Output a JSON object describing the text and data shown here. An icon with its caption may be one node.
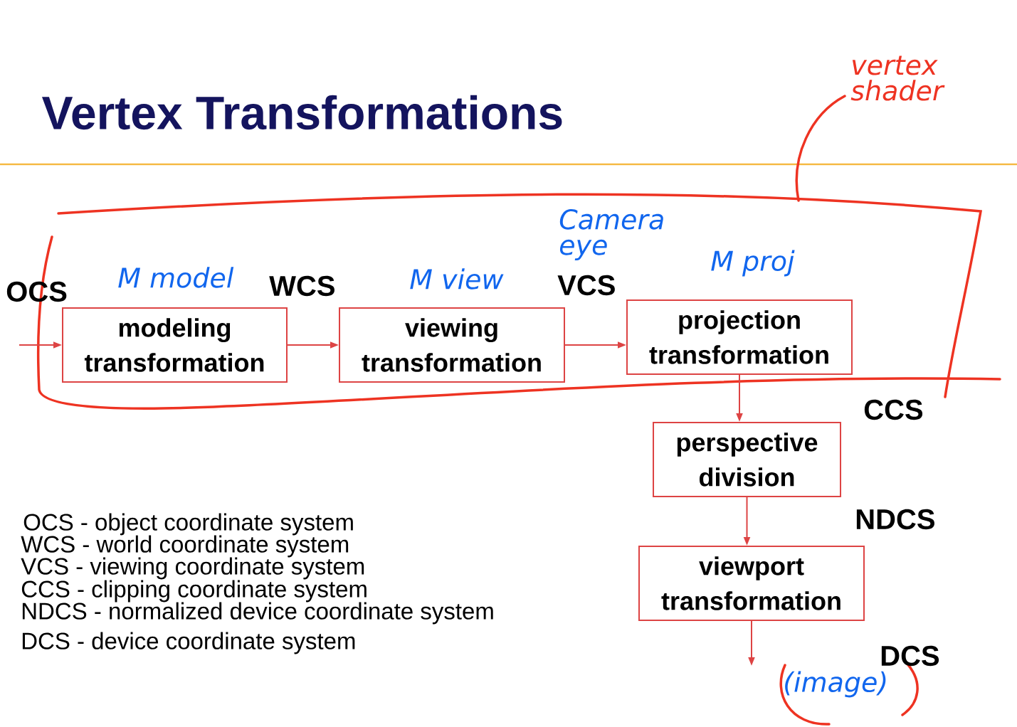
{
  "diagram": {
    "title": "Vertex Transformations",
    "nodes": [
      {
        "text": [
          "modeling transformation"
        ]
      },
      {
        "text": [
          "viewing transformation"
        ]
      },
      {
        "text": [
          "projection transformation"
        ]
      },
      {
        "text": [
          "perspective division"
        ]
      },
      {
        "text": [
          "viewport transformation"
        ]
      }
    ],
    "edges": [
      {
        "from": null,
        "to": 0,
        "arrow": "to"
      },
      {
        "from": 0,
        "to": 1,
        "arrow": "to"
      },
      {
        "from": 1,
        "to": 2,
        "arrow": "to"
      },
      {
        "from": 2,
        "to": 3,
        "arrow": "to"
      },
      {
        "from": 3,
        "to": 4,
        "arrow": "to"
      },
      {
        "from": 4,
        "to": null,
        "arrow": "to"
      }
    ],
    "labels": [
      "vertex shader",
      "Camera eye",
      "M model",
      "M view",
      "M proj",
      "OCS",
      "WCS",
      "VCS",
      "CCS",
      "OCS - object coordinate system",
      "NDCS",
      "WCS - world coordinate system",
      "VCS - viewing coordinate system",
      "CCS - clipping coordinate system",
      "NDCS - normalized device coordinate system",
      "DCS - device coordinate system",
      "DCS",
      "(image)"
    ]
  }
}
